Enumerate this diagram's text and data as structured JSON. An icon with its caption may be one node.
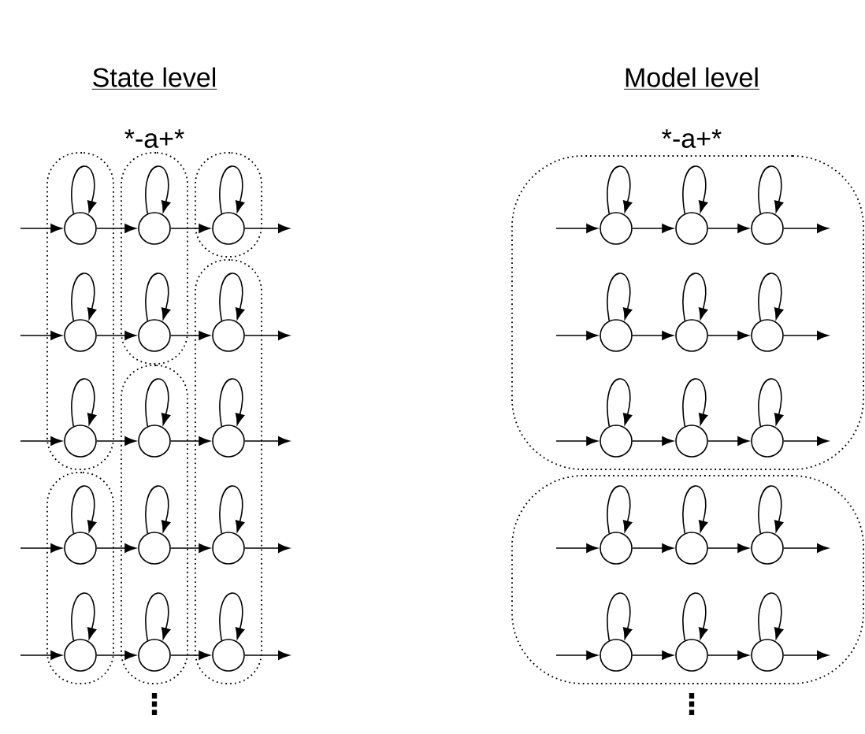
{
  "diagram": {
    "nodes": [
      {
        "text": [],
        "shape": "box"
      },
      {
        "text": [],
        "shape": "box"
      },
      {
        "text": [],
        "shape": "box"
      },
      {
        "text": [],
        "shape": "box"
      },
      {
        "text": [],
        "shape": "box"
      },
      {
        "text": [],
        "shape": "box"
      },
      {
        "text": [],
        "shape": "circle",
        "in": 0
      },
      {
        "text": [],
        "shape": "circle",
        "in": 1
      },
      {
        "text": [],
        "shape": "circle",
        "in": 2
      },
      {
        "text": [],
        "shape": "circle",
        "in": 0
      },
      {
        "text": [],
        "shape": "circle",
        "in": 1
      },
      {
        "text": [],
        "shape": "circle",
        "in": 3
      },
      {
        "text": [],
        "shape": "circle",
        "in": 0
      },
      {
        "text": [],
        "shape": "circle",
        "in": 4
      },
      {
        "text": [],
        "shape": "circle",
        "in": 3
      },
      {
        "text": [],
        "shape": "circle",
        "in": 5
      },
      {
        "text": [],
        "shape": "circle",
        "in": 4
      },
      {
        "text": [],
        "shape": "circle",
        "in": 3
      },
      {
        "text": [],
        "shape": "circle",
        "in": 5
      },
      {
        "text": [],
        "shape": "circle",
        "in": 4
      },
      {
        "text": [],
        "shape": "circle",
        "in": 3
      },
      {
        "text": [],
        "shape": "box"
      },
      {
        "text": [],
        "shape": "box"
      },
      {
        "text": [],
        "shape": "circle",
        "in": 21
      },
      {
        "text": [],
        "shape": "circle",
        "in": 21
      },
      {
        "text": [],
        "shape": "circle",
        "in": 21
      },
      {
        "text": [],
        "shape": "circle",
        "in": 21
      },
      {
        "text": [],
        "shape": "circle",
        "in": 21
      },
      {
        "text": [],
        "shape": "circle",
        "in": 21
      },
      {
        "text": [],
        "shape": "circle",
        "in": 21
      },
      {
        "text": [],
        "shape": "circle",
        "in": 21
      },
      {
        "text": [],
        "shape": "circle",
        "in": 21
      },
      {
        "text": [],
        "shape": "circle",
        "in": 22
      },
      {
        "text": [],
        "shape": "circle",
        "in": 22
      },
      {
        "text": [],
        "shape": "circle",
        "in": 22
      },
      {
        "text": [],
        "shape": "circle",
        "in": 22
      },
      {
        "text": [],
        "shape": "circle",
        "in": 22
      },
      {
        "text": [],
        "shape": "circle",
        "in": 22
      }
    ],
    "edges": [
      {
        "from": 6,
        "to": 6,
        "arrow": "to"
      },
      {
        "from": 7,
        "to": 7,
        "arrow": "to"
      },
      {
        "from": 8,
        "to": 8,
        "arrow": "to"
      },
      {
        "from": null,
        "to": 6,
        "arrow": "to"
      },
      {
        "from": 6,
        "to": 7,
        "arrow": "to"
      },
      {
        "from": 7,
        "to": 8,
        "arrow": "to"
      },
      {
        "from": 8,
        "to": null,
        "arrow": "to"
      },
      {
        "from": 9,
        "to": 9,
        "arrow": "to"
      },
      {
        "from": 10,
        "to": 10,
        "arrow": "to"
      },
      {
        "from": 11,
        "to": 11,
        "arrow": "to"
      },
      {
        "from": null,
        "to": 9,
        "arrow": "to"
      },
      {
        "from": 9,
        "to": 10,
        "arrow": "to"
      },
      {
        "from": 10,
        "to": 11,
        "arrow": "to"
      },
      {
        "from": 11,
        "to": null,
        "arrow": "to"
      },
      {
        "from": 12,
        "to": 12,
        "arrow": "to"
      },
      {
        "from": 13,
        "to": 13,
        "arrow": "to"
      },
      {
        "from": 14,
        "to": 14,
        "arrow": "to"
      },
      {
        "from": null,
        "to": 12,
        "arrow": "to"
      },
      {
        "from": 12,
        "to": 13,
        "arrow": "to"
      },
      {
        "from": 13,
        "to": 14,
        "arrow": "to"
      },
      {
        "from": 14,
        "to": null,
        "arrow": "to"
      },
      {
        "from": 15,
        "to": 15,
        "arrow": "to"
      },
      {
        "from": 16,
        "to": 16,
        "arrow": "to"
      },
      {
        "from": 17,
        "to": 17,
        "arrow": "to"
      },
      {
        "from": null,
        "to": 15,
        "arrow": "to"
      },
      {
        "from": 15,
        "to": 16,
        "arrow": "to"
      },
      {
        "from": 16,
        "to": 17,
        "arrow": "to"
      },
      {
        "from": 17,
        "to": null,
        "arrow": "to"
      },
      {
        "from": 18,
        "to": 18,
        "arrow": "to"
      },
      {
        "from": 19,
        "to": 19,
        "arrow": "to"
      },
      {
        "from": 20,
        "to": 20,
        "arrow": "to"
      },
      {
        "from": null,
        "to": 18,
        "arrow": "to"
      },
      {
        "from": 18,
        "to": 19,
        "arrow": "to"
      },
      {
        "from": 19,
        "to": 20,
        "arrow": "to"
      },
      {
        "from": 20,
        "to": null,
        "arrow": "to"
      },
      {
        "from": 23,
        "to": 23,
        "arrow": "to"
      },
      {
        "from": 24,
        "to": 24,
        "arrow": "to"
      },
      {
        "from": 25,
        "to": 25,
        "arrow": "to"
      },
      {
        "from": null,
        "to": 23,
        "arrow": "to"
      },
      {
        "from": 23,
        "to": 24,
        "arrow": "to"
      },
      {
        "from": 24,
        "to": 25,
        "arrow": "to"
      },
      {
        "from": 25,
        "to": null,
        "arrow": "to"
      },
      {
        "from": 26,
        "to": 26,
        "arrow": "to"
      },
      {
        "from": 27,
        "to": 27,
        "arrow": "to"
      },
      {
        "from": 28,
        "to": 28,
        "arrow": "to"
      },
      {
        "from": null,
        "to": 26,
        "arrow": "to"
      },
      {
        "from": 26,
        "to": 27,
        "arrow": "to"
      },
      {
        "from": 27,
        "to": 28,
        "arrow": "to"
      },
      {
        "from": 28,
        "to": null,
        "arrow": "to"
      },
      {
        "from": 29,
        "to": 29,
        "arrow": "to"
      },
      {
        "from": 30,
        "to": 30,
        "arrow": "to"
      },
      {
        "from": 31,
        "to": 31,
        "arrow": "to"
      },
      {
        "from": null,
        "to": 29,
        "arrow": "to"
      },
      {
        "from": 29,
        "to": 30,
        "arrow": "to"
      },
      {
        "from": 30,
        "to": 31,
        "arrow": "to"
      },
      {
        "from": 31,
        "to": null,
        "arrow": "to"
      },
      {
        "from": 32,
        "to": 32,
        "arrow": "to"
      },
      {
        "from": 33,
        "to": 33,
        "arrow": "to"
      },
      {
        "from": 34,
        "to": 34,
        "arrow": "to"
      },
      {
        "from": null,
        "to": 32,
        "arrow": "to"
      },
      {
        "from": 32,
        "to": 33,
        "arrow": "to"
      },
      {
        "from": 33,
        "to": 34,
        "arrow": "to"
      },
      {
        "from": 34,
        "to": null,
        "arrow": "to"
      },
      {
        "from": 35,
        "to": 35,
        "arrow": "to"
      },
      {
        "from": 36,
        "to": 36,
        "arrow": "to"
      },
      {
        "from": 37,
        "to": 37,
        "arrow": "to"
      },
      {
        "from": null,
        "to": 35,
        "arrow": "to"
      },
      {
        "from": 35,
        "to": 36,
        "arrow": "to"
      },
      {
        "from": 36,
        "to": 37,
        "arrow": "to"
      },
      {
        "from": 37,
        "to": null,
        "arrow": "to"
      }
    ],
    "labels": [
      "State level",
      "Model level",
      "*-a+*",
      "*-a+*",
      "⋮",
      "⋮"
    ]
  }
}
